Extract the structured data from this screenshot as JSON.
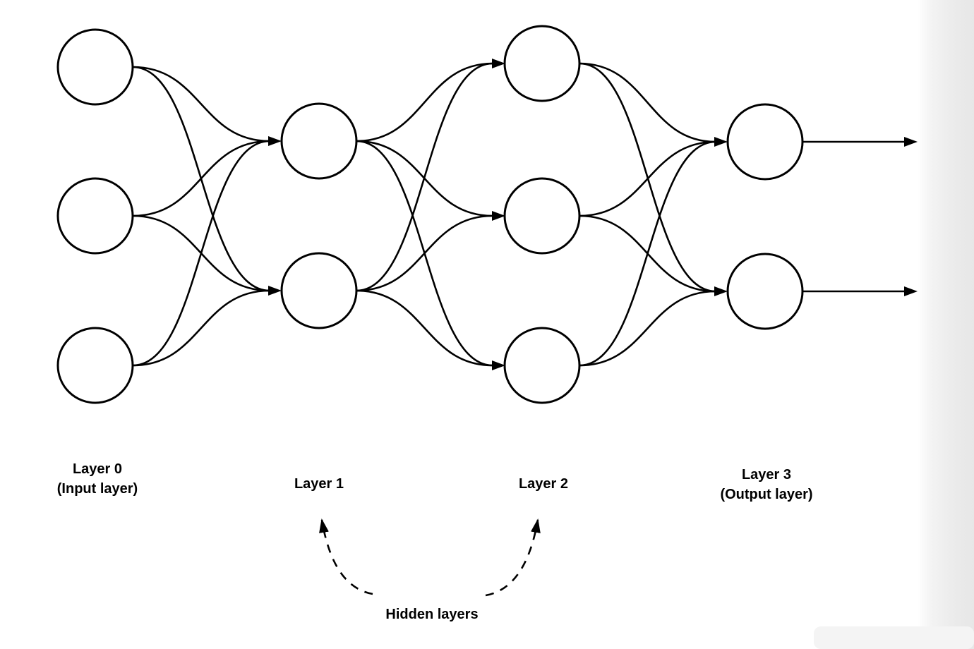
{
  "diagram": {
    "kind": "feedforward-neural-network",
    "labels": {
      "layer0": {
        "line1": "Layer 0",
        "line2": "(Input layer)"
      },
      "layer1": "Layer 1",
      "layer2": "Layer 2",
      "layer3": {
        "line1": "Layer 3",
        "line2": "(Output layer)"
      },
      "hidden_layers": "Hidden layers"
    },
    "structure": {
      "layers": [
        {
          "label": "Layer 0",
          "role": "input",
          "nodes": 3
        },
        {
          "label": "Layer 1",
          "role": "hidden",
          "nodes": 2
        },
        {
          "label": "Layer 2",
          "role": "hidden",
          "nodes": 3
        },
        {
          "label": "Layer 3",
          "role": "output",
          "nodes": 2
        }
      ],
      "connections": "each node connects to every node of the next layer",
      "output_arrows": 2
    },
    "colors": {
      "stroke": "#000000",
      "node_fill": "#ffffff",
      "background": "#ffffff",
      "right_band": "#e7e7e7"
    }
  }
}
